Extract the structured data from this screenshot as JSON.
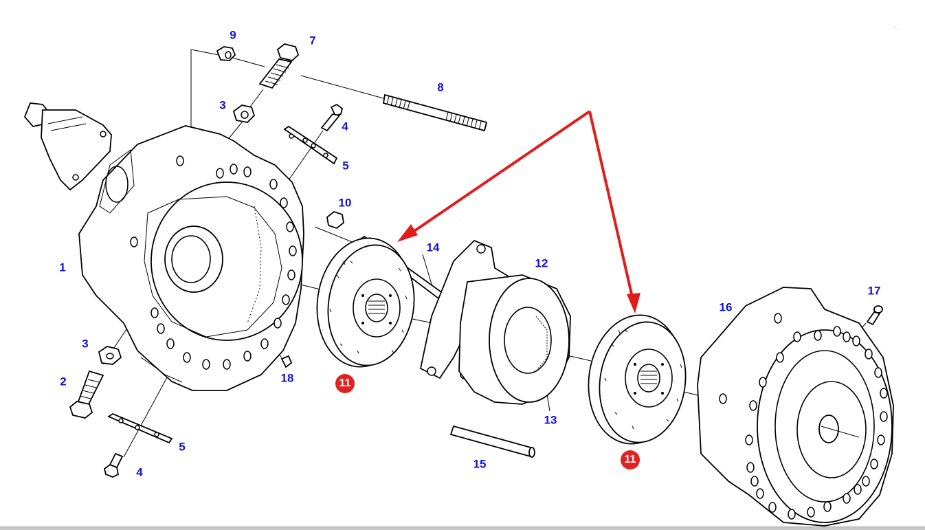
{
  "diagram": {
    "title": "Brake assembly exploded view",
    "highlight_color": "#e02222",
    "label_color": "#1010d8",
    "labels": [
      {
        "id": "l1",
        "text": "1"
      },
      {
        "id": "l2",
        "text": "2"
      },
      {
        "id": "l3a",
        "text": "3"
      },
      {
        "id": "l3b",
        "text": "3"
      },
      {
        "id": "l4a",
        "text": "4"
      },
      {
        "id": "l4b",
        "text": "4"
      },
      {
        "id": "l5a",
        "text": "5"
      },
      {
        "id": "l5b",
        "text": "5"
      },
      {
        "id": "l7",
        "text": "7"
      },
      {
        "id": "l8",
        "text": "8"
      },
      {
        "id": "l9",
        "text": "9"
      },
      {
        "id": "l10",
        "text": "10"
      },
      {
        "id": "l11a",
        "text": "11"
      },
      {
        "id": "l11b",
        "text": "11"
      },
      {
        "id": "l12",
        "text": "12"
      },
      {
        "id": "l13",
        "text": "13"
      },
      {
        "id": "l14",
        "text": "14"
      },
      {
        "id": "l15",
        "text": "15"
      },
      {
        "id": "l16",
        "text": "16"
      },
      {
        "id": "l17",
        "text": "17"
      },
      {
        "id": "l18",
        "text": "18"
      }
    ],
    "highlighted_part": "11",
    "watermark": "~ .."
  }
}
